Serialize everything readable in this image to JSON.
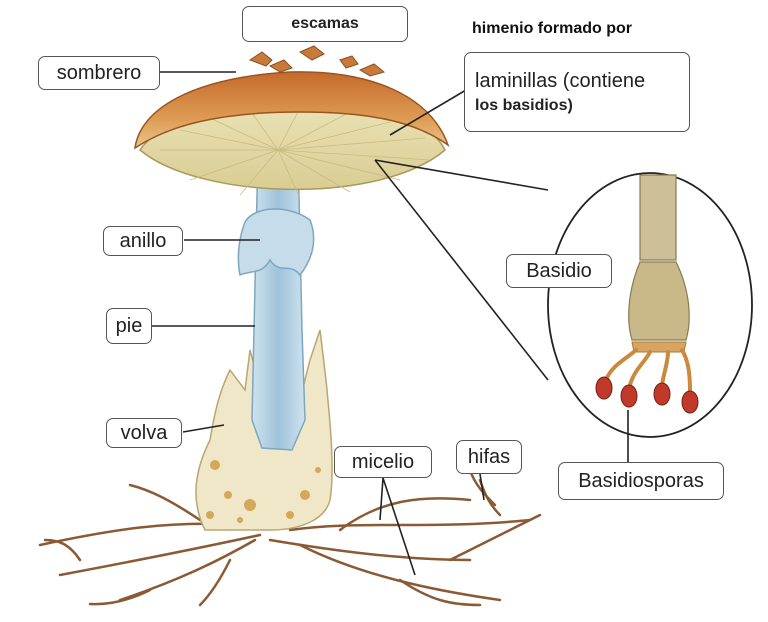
{
  "labels": {
    "escamas": "escamas",
    "himenio_line1": "himenio formado por",
    "himenio_line2": "laminillas (contiene",
    "himenio_line3": "los basidios)",
    "sombrero": "sombrero",
    "anillo": "anillo",
    "pie": "pie",
    "volva": "volva",
    "micelio": "micelio",
    "hifas": "hifas",
    "basidio": "Basidio",
    "basidiosporas": "Basidiosporas"
  },
  "colors": {
    "cap_top": "#c8702c",
    "cap_underside": "#e6dcaa",
    "stipe": "#a9c9dc",
    "volva": "#efe6c8",
    "mycelium": "#8a5a35",
    "spores": "#c0392b",
    "leader_line": "#222222"
  }
}
